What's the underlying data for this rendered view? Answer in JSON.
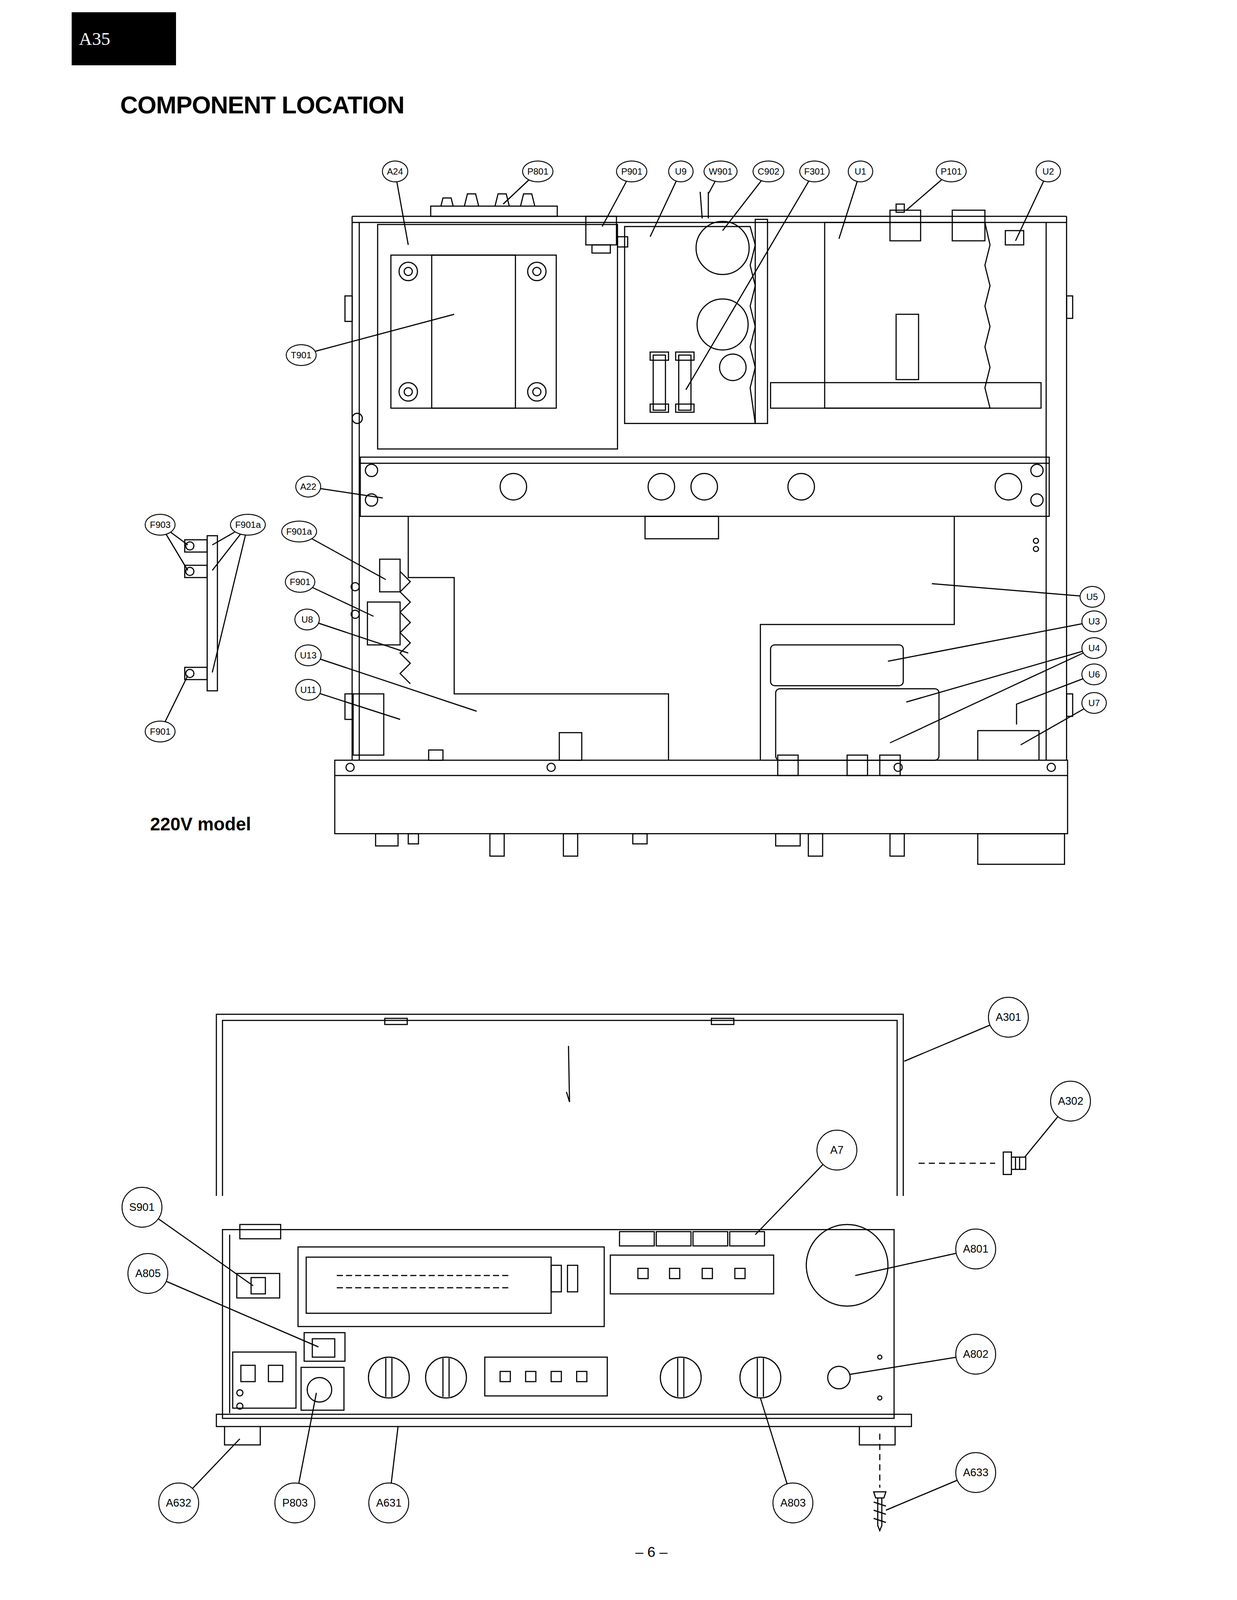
{
  "diagram": {
    "title": "COMPONENT LOCATION",
    "caption": "220V model",
    "nodes": [
      {
        "text": [
          "A35"
        ]
      },
      {
        "text": [
          "A24"
        ]
      },
      {
        "text": [
          "P801"
        ]
      },
      {
        "text": [
          "P901"
        ]
      },
      {
        "text": [
          "U9"
        ]
      },
      {
        "text": [
          "W901"
        ]
      },
      {
        "text": [
          "C902"
        ]
      },
      {
        "text": [
          "F301"
        ]
      },
      {
        "text": [
          "U1"
        ]
      },
      {
        "text": [
          "P101"
        ]
      },
      {
        "text": [
          "U2"
        ]
      },
      {
        "text": [
          "T901"
        ]
      },
      {
        "text": [
          "A22"
        ]
      },
      {
        "text": [
          "F903"
        ]
      },
      {
        "text": [
          "F901a"
        ]
      },
      {
        "text": [
          "F901a"
        ]
      },
      {
        "text": [
          "F901"
        ]
      },
      {
        "text": [
          "U8"
        ]
      },
      {
        "text": [
          "U13"
        ]
      },
      {
        "text": [
          "U11"
        ]
      },
      {
        "text": [
          "F901"
        ]
      },
      {
        "text": [
          "U5"
        ]
      },
      {
        "text": [
          "U3"
        ]
      },
      {
        "text": [
          "U4"
        ]
      },
      {
        "text": [
          "U6"
        ]
      },
      {
        "text": [
          "U7"
        ]
      },
      {
        "text": [
          "A301"
        ]
      },
      {
        "text": [
          "A302"
        ]
      },
      {
        "text": [
          "A7"
        ]
      },
      {
        "text": [
          "S901"
        ]
      },
      {
        "text": [
          "A801"
        ]
      },
      {
        "text": [
          "A805"
        ]
      },
      {
        "text": [
          "A802"
        ]
      },
      {
        "text": [
          "A633"
        ]
      },
      {
        "text": [
          "A632"
        ]
      },
      {
        "text": [
          "P803"
        ]
      },
      {
        "text": [
          "A631"
        ]
      },
      {
        "text": [
          "A803"
        ]
      }
    ],
    "labels": [
      "– 6 –"
    ]
  }
}
